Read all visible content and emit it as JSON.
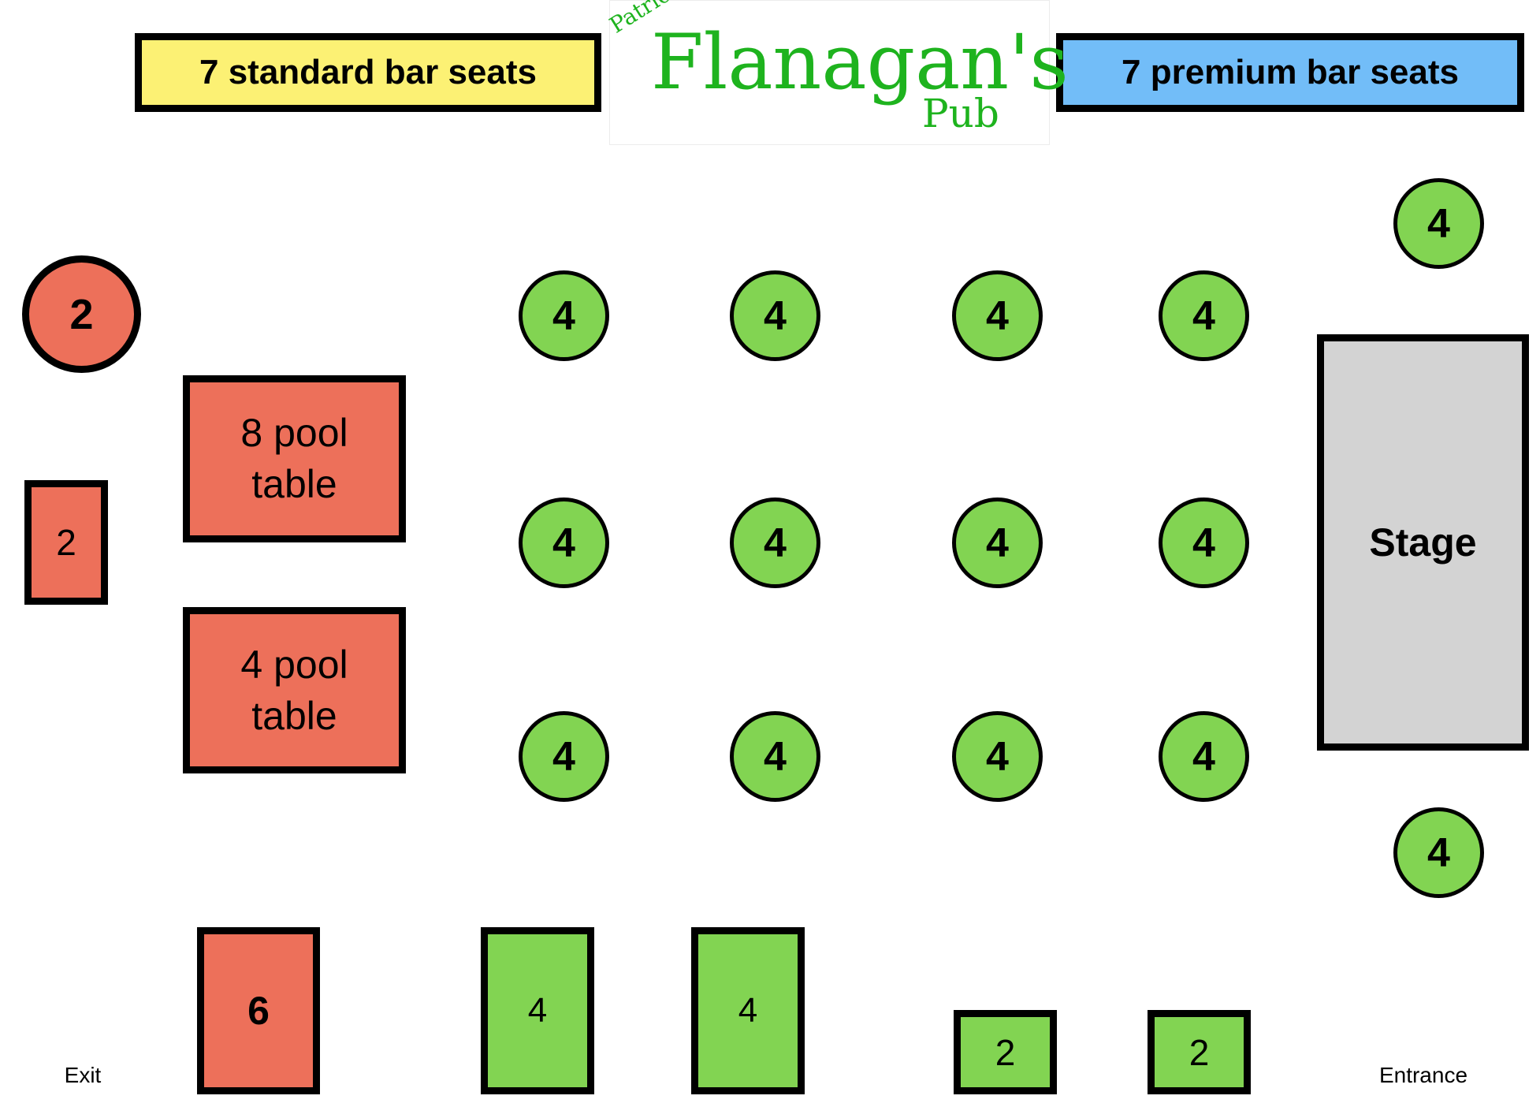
{
  "bar_standard": "7 standard bar seats",
  "bar_premium": "7 premium bar seats",
  "logo": {
    "prefix": "Patrick",
    "main": "Flanagan's",
    "sub": "Pub"
  },
  "tables": {
    "red_round": "2",
    "red_small": "2",
    "pool_8": "8 pool table",
    "pool_4": "4 pool table",
    "red_bottom": "6",
    "round_green": "4",
    "bottom_green_1": "4",
    "bottom_green_2": "4",
    "bottom_small_1": "2",
    "bottom_small_2": "2"
  },
  "stage": "Stage",
  "exit": "Exit",
  "entrance": "Entrance",
  "colors": {
    "bar_standard": "#fcf174",
    "bar_premium": "#72bdf8",
    "reserved": "#ed705a",
    "open": "#82d452",
    "stage": "#d3d3d3",
    "logo": "#1eb31e"
  }
}
